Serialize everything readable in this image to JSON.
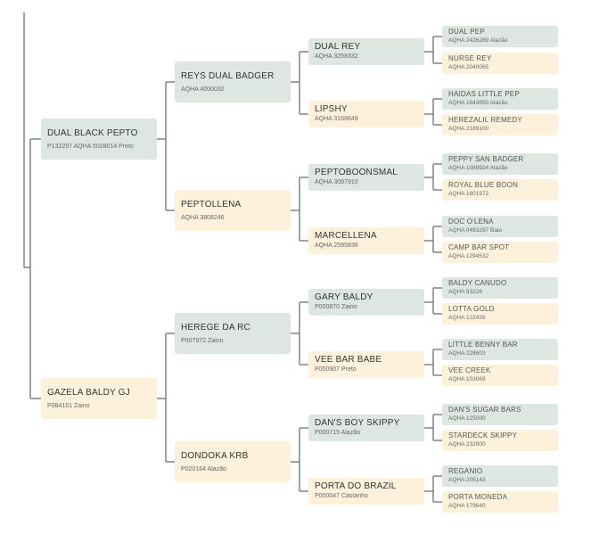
{
  "pedigree": {
    "sire": {
      "name": "DUAL BLACK PEPTO",
      "reg": "P132297    AQHA 5028014 Preto",
      "sire": {
        "name": "REYS DUAL BADGER",
        "reg": "AQHA 4000032",
        "sire": {
          "name": "DUAL REY",
          "reg": "AQHA 3258332",
          "sire": {
            "name": "DUAL PEP",
            "reg": "AQHA 2426289 Alazão"
          },
          "dam": {
            "name": "NURSE REY",
            "reg": "AQHA 2040065"
          }
        },
        "dam": {
          "name": "LIPSHY",
          "reg": "AQHA 3168649",
          "sire": {
            "name": "HAIDAS LITTLE PEP",
            "reg": "AQHA 1643650 Alazão"
          },
          "dam": {
            "name": "HEREZALIL REMEDY",
            "reg": "AQHA 2189100"
          }
        }
      },
      "dam": {
        "name": "PEPTOLLENA",
        "reg": "AQHA 3808246",
        "sire": {
          "name": "PEPTOBOONSMAL",
          "reg": "AQHA 3097910",
          "sire": {
            "name": "PEPPY SAN BADGER",
            "reg": "AQHA 1089924 Alazão"
          },
          "dam": {
            "name": "ROYAL BLUE BOON",
            "reg": "AQHA 1601972"
          }
        },
        "dam": {
          "name": "MARCELLENA",
          "reg": "AQHA 2595838",
          "sire": {
            "name": "DOC O'LENA",
            "reg": "AQHA 0493297 Baio"
          },
          "dam": {
            "name": "CAMP BAR SPOT",
            "reg": "AQHA 1294532"
          }
        }
      }
    },
    "dam": {
      "name": "GAZELA BALDY GJ",
      "reg": "P084151 Zaino",
      "sire": {
        "name": "HEREGE DA RC",
        "reg": "P007972 Zaino",
        "sire": {
          "name": "GARY BALDY",
          "reg": "P000870 Zaino",
          "sire": {
            "name": "BALDY CANUDO",
            "reg": "AQHA 83226"
          },
          "dam": {
            "name": "LOTTA GOLD",
            "reg": "AQHA 122426"
          }
        },
        "dam": {
          "name": "VEE BAR BABE",
          "reg": "P000907 Preto",
          "sire": {
            "name": "LITTLE BENNY BAR",
            "reg": "AQHA 228603"
          },
          "dam": {
            "name": "VEE CREEK",
            "reg": "AQHA 103069"
          }
        }
      },
      "dam": {
        "name": "DONDOKA KRB",
        "reg": "P020164 Alazão",
        "sire": {
          "name": "DAN'S BOY SKIPPY",
          "reg": "P000715 Alazão",
          "sire": {
            "name": "DAN'S SUGAR BARS",
            "reg": "AQHA 125000"
          },
          "dam": {
            "name": "STARDECK SKIPPY",
            "reg": "AQHA 232900"
          }
        },
        "dam": {
          "name": "PORTA DO BRAZIL",
          "reg": "P000047 Castanho",
          "sire": {
            "name": "REGANIO",
            "reg": "AQHA 205143"
          },
          "dam": {
            "name": "PORTA MONEDA",
            "reg": "AQHA 179640"
          }
        }
      }
    }
  },
  "colors": {
    "sire_box": "#dde6e1",
    "dam_box": "#fdf1db",
    "connector": "#7a7a7a",
    "text": "#333333"
  }
}
